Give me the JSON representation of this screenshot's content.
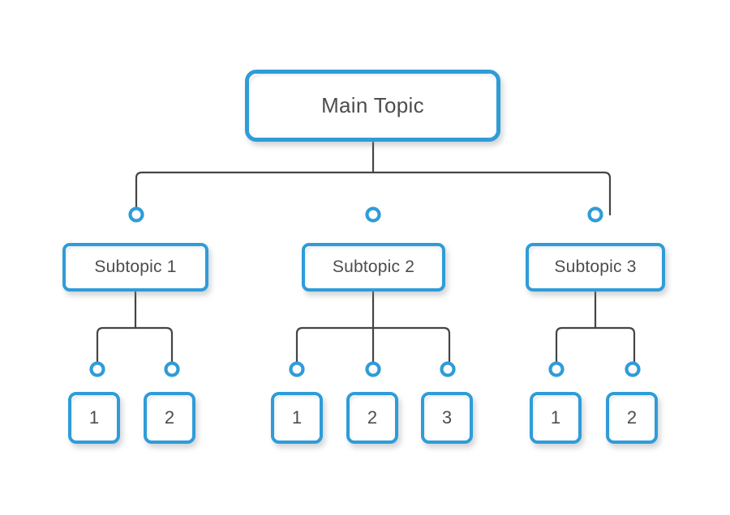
{
  "diagram": {
    "type": "hierarchy-tree",
    "title_node": {
      "label": "Main Topic"
    },
    "colors": {
      "node_border": "#2f9cd8",
      "connector_line": "#454545",
      "connector_dot": "#2f9cd8",
      "text": "#4d4d4d",
      "background": "#ffffff"
    },
    "branches": [
      {
        "label": "Subtopic 1",
        "leaves": [
          {
            "label": "1"
          },
          {
            "label": "2"
          }
        ]
      },
      {
        "label": "Subtopic 2",
        "leaves": [
          {
            "label": "1"
          },
          {
            "label": "2"
          },
          {
            "label": "3"
          }
        ]
      },
      {
        "label": "Subtopic 3",
        "leaves": [
          {
            "label": "1"
          },
          {
            "label": "2"
          }
        ]
      }
    ]
  }
}
